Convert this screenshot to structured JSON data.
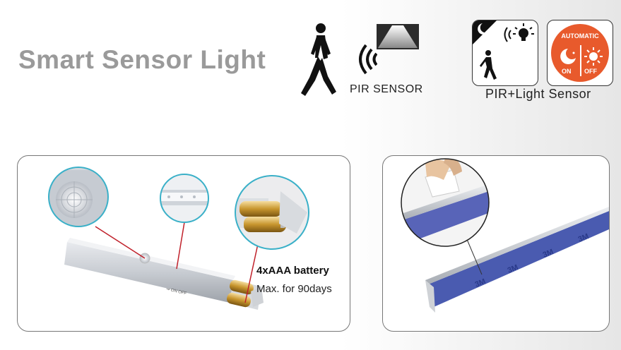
{
  "header": {
    "title": "Smart Sensor Light",
    "pir_label": "PIR SENSOR",
    "pir_light_label": "PIR+Light Sensor"
  },
  "auto_badge": {
    "title": "AUTOMATIC",
    "on": "ON",
    "off": "OFF"
  },
  "left_card": {
    "battery_label": "4xAAA battery",
    "battery_sub": "Max. for 90days"
  },
  "icons": [
    "walking-person-icon",
    "signal-waves-icon",
    "moon-icon",
    "lightbulb-icon",
    "sun-icon",
    "3m-tape-icon"
  ],
  "colors": {
    "title_gray": "#9a9a9a",
    "auto_orange": "#e85a2c",
    "callout_line": "#c0202a",
    "callout_circle": "#3ab0c8"
  }
}
